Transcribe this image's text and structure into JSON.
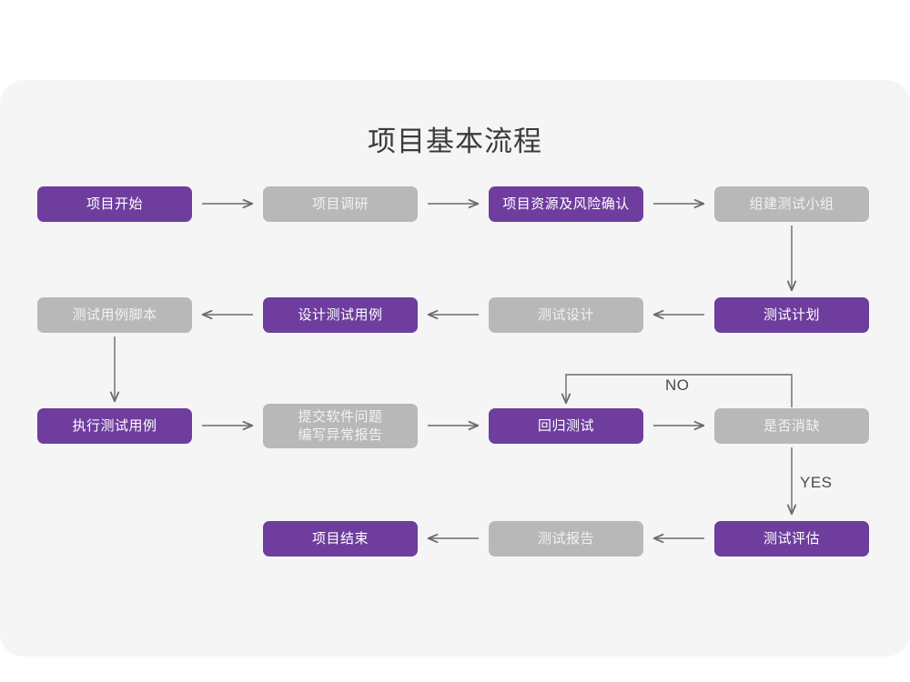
{
  "diagram": {
    "title": "项目基本流程",
    "colors": {
      "accent_purple": "#6f3d9e",
      "muted_gray": "#b8b8b8",
      "panel_background": "#f5f5f5",
      "page_background": "#ffffff",
      "connector": "#6b6b6b",
      "title_text": "#3b3b3b"
    },
    "nodes": [
      {
        "id": "n1",
        "label": "项目开始",
        "style": "purple",
        "row": 1,
        "col": 1
      },
      {
        "id": "n2",
        "label": "项目调研",
        "style": "gray",
        "row": 1,
        "col": 2
      },
      {
        "id": "n3",
        "label": "项目资源及风险确认",
        "style": "purple",
        "row": 1,
        "col": 3
      },
      {
        "id": "n4",
        "label": "组建测试小组",
        "style": "gray",
        "row": 1,
        "col": 4
      },
      {
        "id": "n5",
        "label": "测试用例脚本",
        "style": "gray",
        "row": 2,
        "col": 1
      },
      {
        "id": "n6",
        "label": "设计测试用例",
        "style": "purple",
        "row": 2,
        "col": 2
      },
      {
        "id": "n7",
        "label": "测试设计",
        "style": "gray",
        "row": 2,
        "col": 3
      },
      {
        "id": "n8",
        "label": "测试计划",
        "style": "purple",
        "row": 2,
        "col": 4
      },
      {
        "id": "n9",
        "label": "执行测试用例",
        "style": "purple",
        "row": 3,
        "col": 1
      },
      {
        "id": "n10",
        "label": "提交软件问题\n编写异常报告",
        "style": "gray",
        "row": 3,
        "col": 2
      },
      {
        "id": "n11",
        "label": "回归测试",
        "style": "purple",
        "row": 3,
        "col": 3
      },
      {
        "id": "n12",
        "label": "是否消缺",
        "style": "gray",
        "row": 3,
        "col": 4
      },
      {
        "id": "n13",
        "label": "项目结束",
        "style": "purple",
        "row": 4,
        "col": 2
      },
      {
        "id": "n14",
        "label": "测试报告",
        "style": "gray",
        "row": 4,
        "col": 3
      },
      {
        "id": "n15",
        "label": "测试评估",
        "style": "purple",
        "row": 4,
        "col": 4
      }
    ],
    "edge_labels": {
      "no": "NO",
      "yes": "YES"
    },
    "edges": [
      {
        "from": "n1",
        "to": "n2",
        "direction": "right"
      },
      {
        "from": "n2",
        "to": "n3",
        "direction": "right"
      },
      {
        "from": "n3",
        "to": "n4",
        "direction": "right"
      },
      {
        "from": "n4",
        "to": "n8",
        "direction": "down"
      },
      {
        "from": "n8",
        "to": "n7",
        "direction": "left"
      },
      {
        "from": "n7",
        "to": "n6",
        "direction": "left"
      },
      {
        "from": "n6",
        "to": "n5",
        "direction": "left"
      },
      {
        "from": "n5",
        "to": "n9",
        "direction": "down"
      },
      {
        "from": "n9",
        "to": "n10",
        "direction": "right"
      },
      {
        "from": "n10",
        "to": "n11",
        "direction": "right"
      },
      {
        "from": "n11",
        "to": "n12",
        "direction": "right"
      },
      {
        "from": "n12",
        "to": "n11",
        "direction": "loop-up",
        "label": "NO"
      },
      {
        "from": "n12",
        "to": "n15",
        "direction": "down",
        "label": "YES"
      },
      {
        "from": "n15",
        "to": "n14",
        "direction": "left"
      },
      {
        "from": "n14",
        "to": "n13",
        "direction": "left"
      }
    ]
  }
}
